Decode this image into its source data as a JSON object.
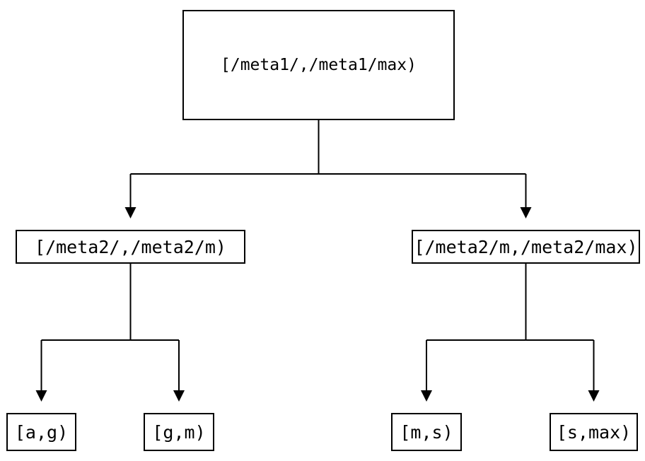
{
  "diagram": {
    "type": "tree",
    "background_color": "#ffffff",
    "line_color": "#000000",
    "text_color": "#000000",
    "node_border_color": "#000000",
    "nodes": {
      "root": {
        "label": "[/meta1/,/meta1/max)"
      },
      "meta2_low": {
        "label": "[/meta2/,/meta2/m)"
      },
      "meta2_high": {
        "label": "[/meta2/m,/meta2/max)"
      },
      "leaf_a_g": {
        "label": "[a,g)"
      },
      "leaf_g_m": {
        "label": "[g,m)"
      },
      "leaf_m_s": {
        "label": "[m,s)"
      },
      "leaf_s_max": {
        "label": "[s,max)"
      }
    },
    "edges": [
      {
        "from": "root",
        "to": "meta2_low"
      },
      {
        "from": "root",
        "to": "meta2_high"
      },
      {
        "from": "meta2_low",
        "to": "leaf_a_g"
      },
      {
        "from": "meta2_low",
        "to": "leaf_g_m"
      },
      {
        "from": "meta2_high",
        "to": "leaf_m_s"
      },
      {
        "from": "meta2_high",
        "to": "leaf_s_max"
      }
    ]
  }
}
